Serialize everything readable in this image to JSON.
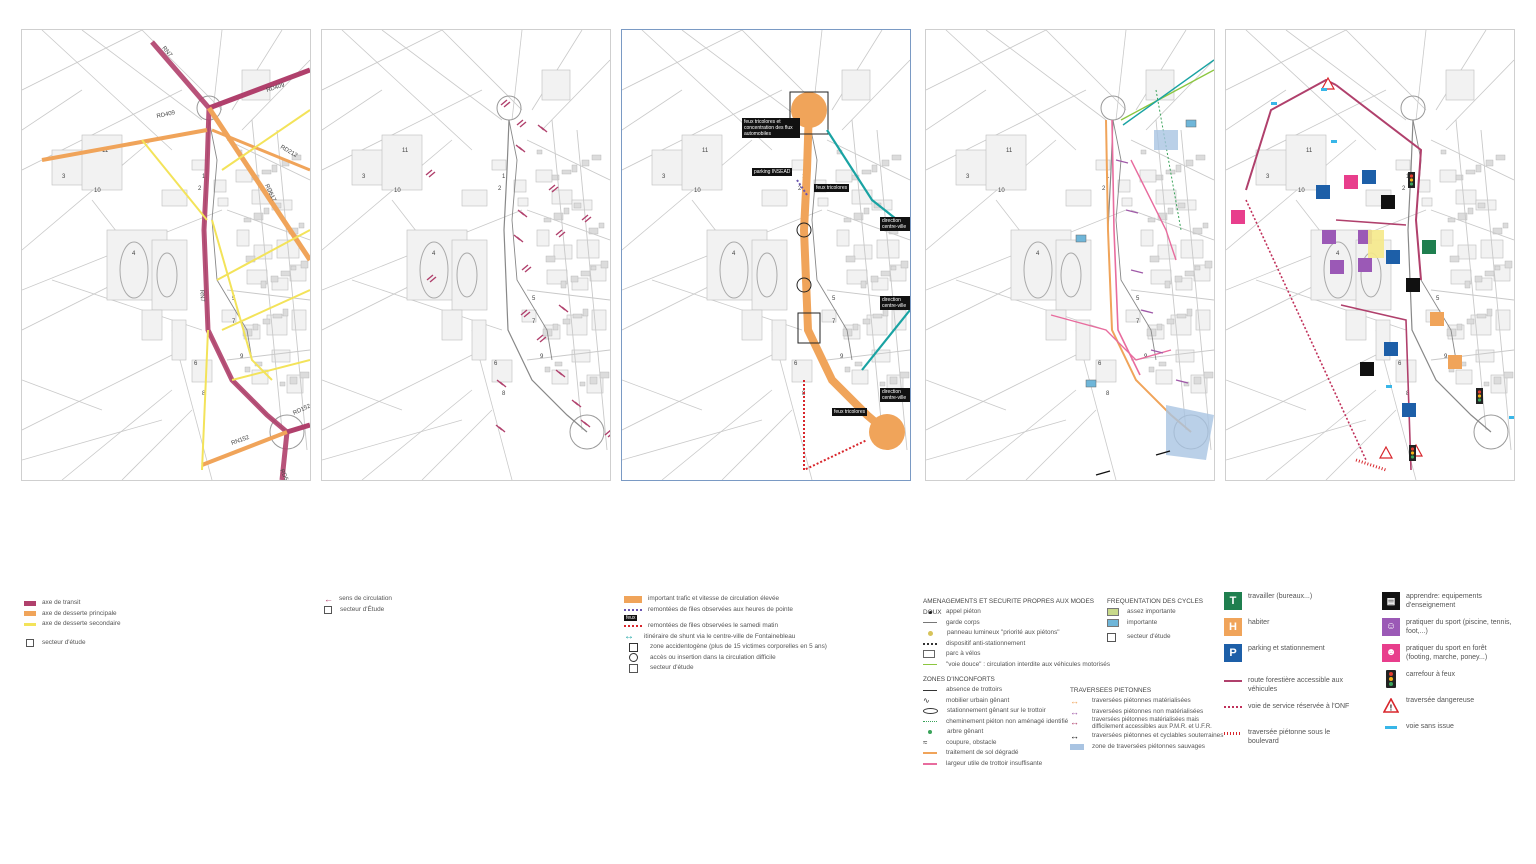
{
  "map_labels": {
    "roads": [
      "RD409",
      "RD409",
      "RD212",
      "RD617",
      "RN7",
      "RD152",
      "RN152",
      "RD607",
      "RN7"
    ],
    "sectors": [
      "1",
      "2",
      "3",
      "4",
      "5",
      "6",
      "7",
      "8",
      "9",
      "10",
      "11"
    ]
  },
  "panel3_callouts": {
    "feux_concentration": "feux tricolores et concentration des flux automobiles",
    "parking_insead": "parking INSEAD",
    "feux_tricolores_1": "feux tricolores",
    "direction_1": "direction centre-ville",
    "direction_2": "direction centre-ville",
    "direction_3": "direction centre-ville",
    "feux_tricolores_2": "feux tricolores"
  },
  "legend1": {
    "items": [
      {
        "label": "axe de transit",
        "color": "#b0406c"
      },
      {
        "label": "axe de desserte principale",
        "color": "#f0a45a"
      },
      {
        "label": "axe de desserte secondaire",
        "color": "#f3e35a"
      }
    ],
    "secteur": "secteur d'étude"
  },
  "legend2": {
    "sens": "sens de circulation",
    "secteur": "secteur d'Étude"
  },
  "legend3": {
    "items": [
      "important trafic et vitesse de circulation élevée",
      "remontées de files observées aux heures de pointe",
      "remontées de files observées le samedi matin",
      "itinéraire de shunt via le centre-ville de Fontainebleau",
      "zone accidentogène (plus de 15 victimes corporelles en 5 ans)",
      "accès ou insertion dans la circulation difficile",
      "secteur d'étude"
    ],
    "feux_tag": "feux"
  },
  "legend4": {
    "amenagements_title": "AMENAGEMENTS ET SECURITE PROPRES AUX MODES DOUX",
    "amenagements": [
      "appel piéton",
      "garde corps",
      "panneau lumineux \"priorité aux piétons\"",
      "dispositif anti-stationnement",
      "parc à vélos",
      "\"voie douce\" : circulation interdite aux véhicules motorisés"
    ],
    "cycles_title": "FREQUENTATION DES CYCLES",
    "cycles": [
      "assez importante",
      "importante"
    ],
    "secteur": "secteur d'étude",
    "inconforts_title": "ZONES D'INCONFORTS",
    "inconforts": [
      "absence de trottoirs",
      "mobilier urbain gênant",
      "stationnement gênant sur le trottoir",
      "cheminement piéton non aménagé identifié",
      "arbre gênant",
      "coupure, obstacle",
      "traitement de sol dégradé",
      "largeur utile de trottoir insuffisante"
    ],
    "traversees_title": "TRAVERSEES PIETONNES",
    "traversees": [
      "traversées piétonnes matérialisées",
      "traversées piétonnes non matérialisées",
      "traversées piétonnes matérialisées mais difficilement accessibles aux P.M.R. et U.F.R.",
      "traversées piétonnes et cyclables souterraines",
      "zone de traversées piétonnes sauvages"
    ]
  },
  "legend5": {
    "col1": [
      {
        "icon": "T",
        "color": "#1f7f4f",
        "label": "travailler (bureaux...)"
      },
      {
        "icon": "H",
        "color": "#f0a45a",
        "label": "habiter"
      },
      {
        "icon": "P",
        "color": "#1d5fa8",
        "label": "parking et stationnement"
      }
    ],
    "col1_lines": [
      "route forestière accessible aux véhicules",
      "voie de service réservée à l'ONF",
      "traversée piétonne sous le boulevard"
    ],
    "col2": [
      "apprendre: equipements d'enseignement",
      "pratiquer du sport (piscine, tennis, foot,...)",
      "pratiquer du sport en forêt (footing, marche, poney...)",
      "carrefour à feux",
      "traversée dangereuse",
      "voie sans issue"
    ],
    "icons": {
      "T": "T",
      "H": "H",
      "P": "P",
      "feux": "feux",
      "warn": "!"
    }
  }
}
